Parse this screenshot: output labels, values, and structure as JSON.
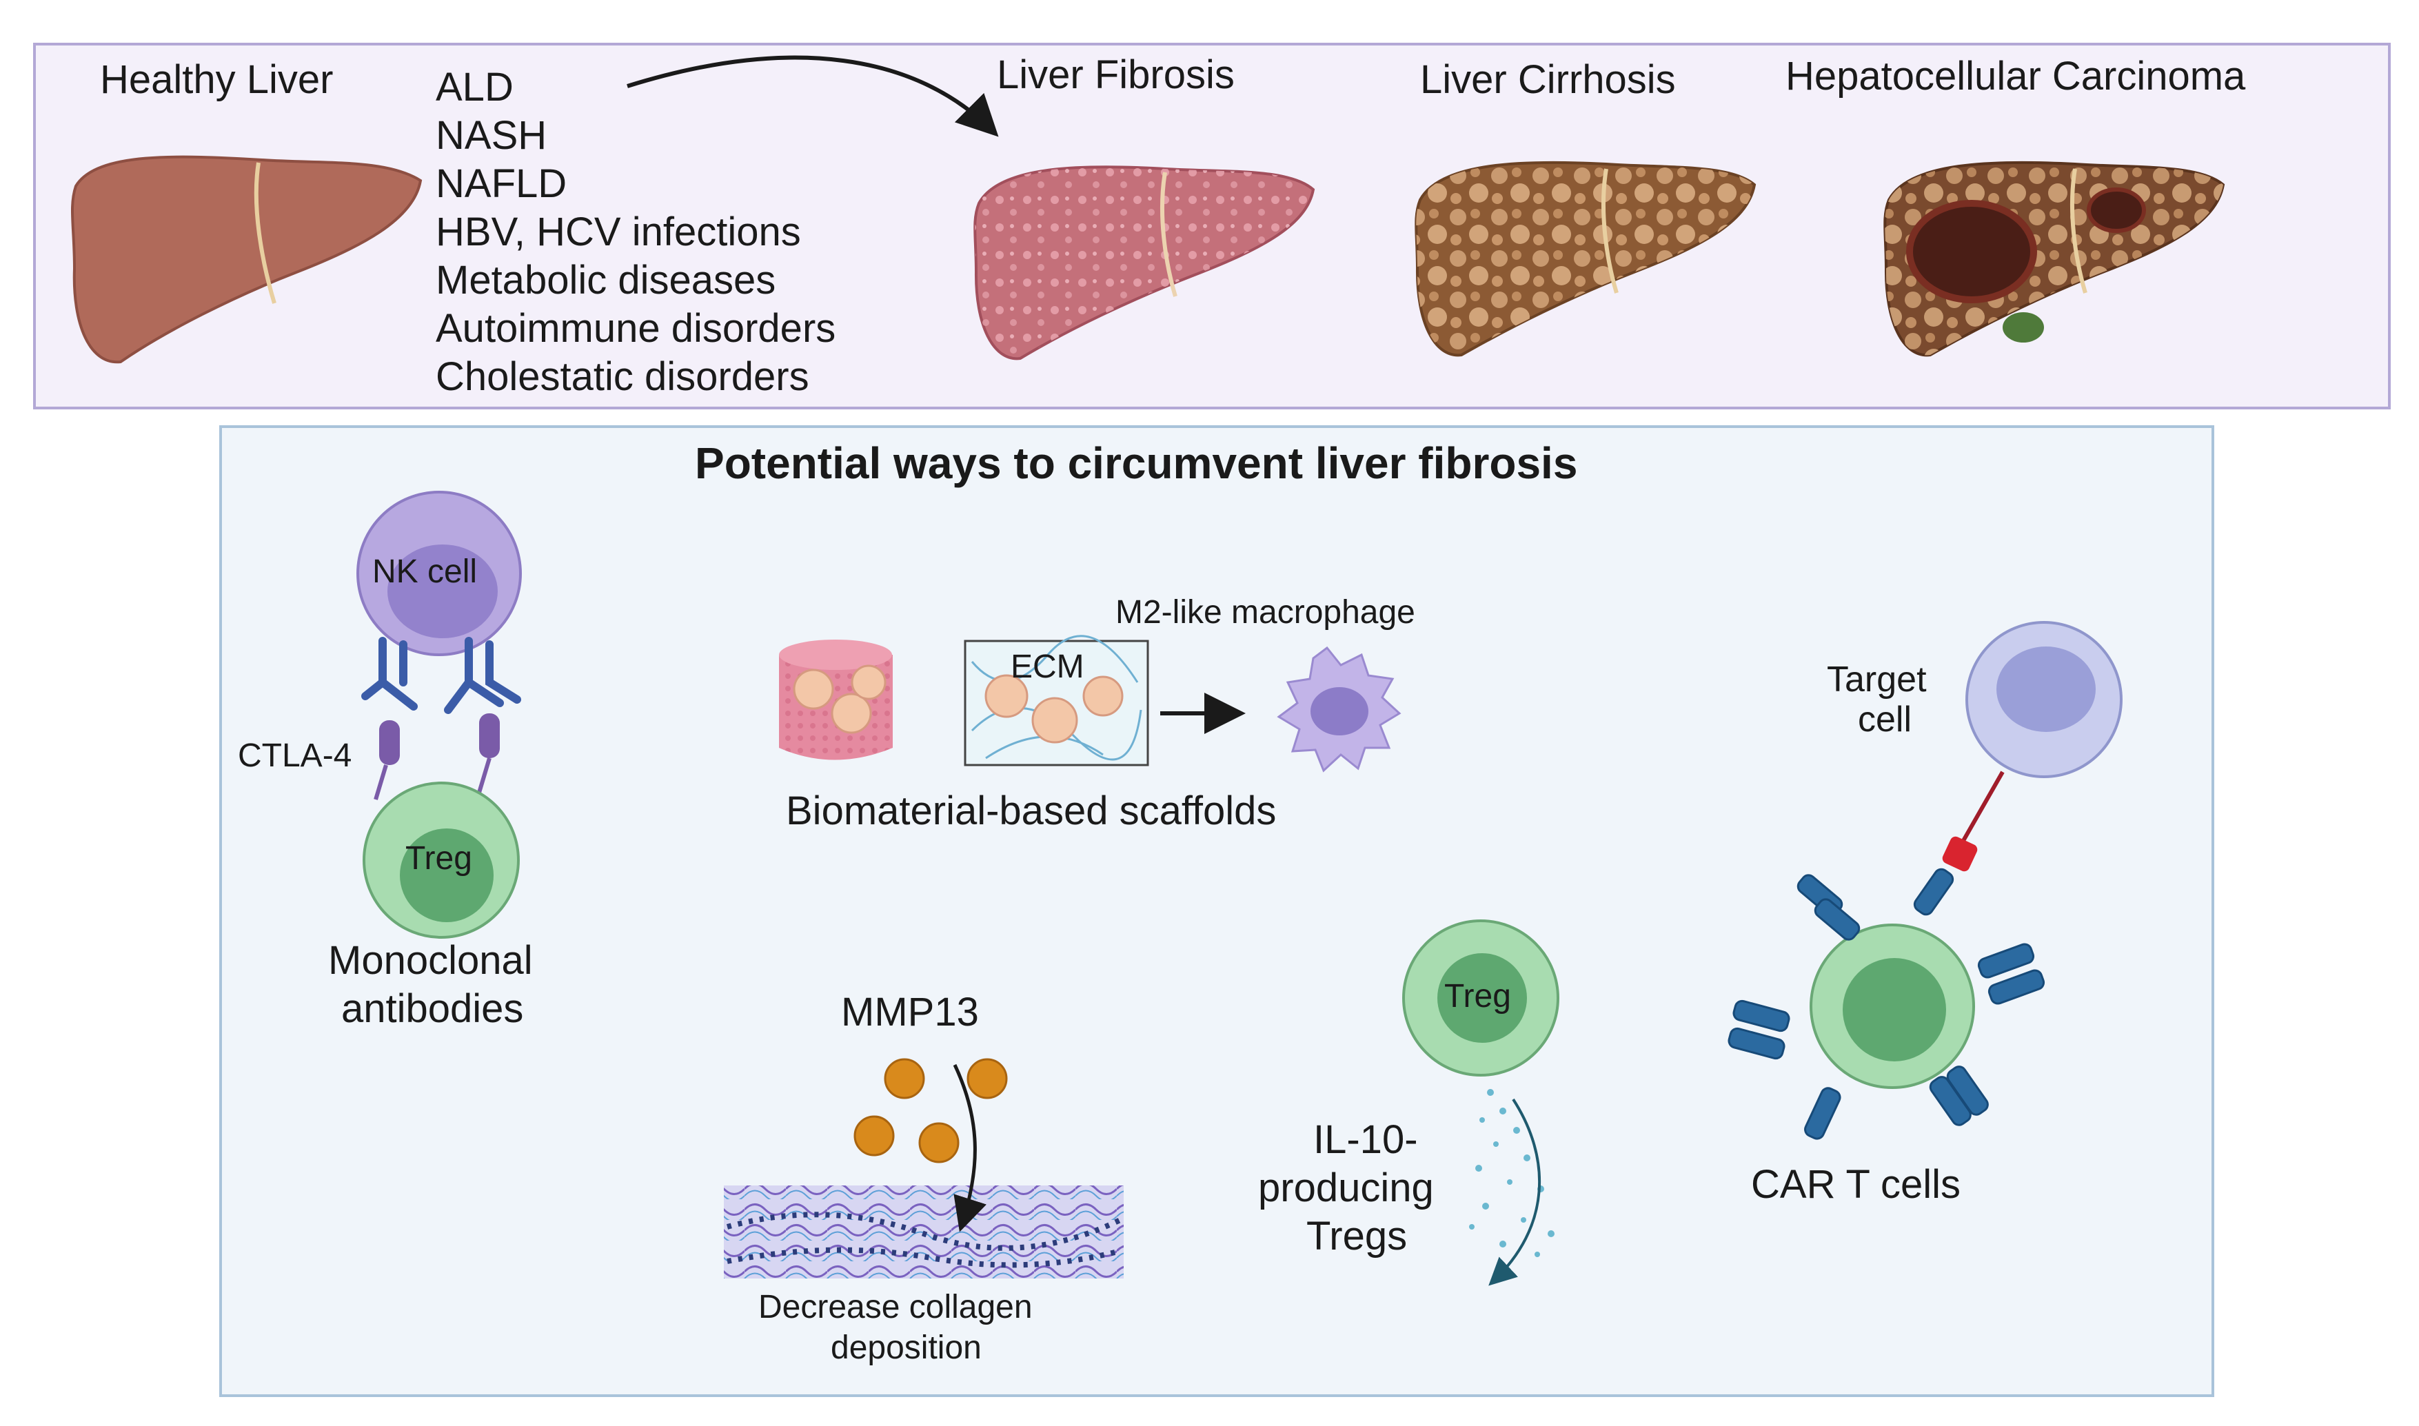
{
  "top_panel": {
    "stages": {
      "healthy": "Healthy Liver",
      "fibrosis": "Liver Fibrosis",
      "cirrhosis": "Liver Cirrhosis",
      "hcc": "Hepatocellular Carcinoma"
    },
    "causes": [
      "ALD",
      "NASH",
      "NAFLD",
      "HBV, HCV infections",
      "Metabolic diseases",
      "Autoimmune disorders",
      "Cholestatic disorders"
    ]
  },
  "bottom_panel": {
    "title": "Potential ways to circumvent liver fibrosis",
    "monoclonal": {
      "nk_cell": "NK cell",
      "ctla4": "CTLA-4",
      "treg": "Treg",
      "caption_line1": "Monoclonal",
      "caption_line2": "antibodies"
    },
    "scaffolds": {
      "ecm": "ECM",
      "macrophage": "M2-like macrophage",
      "caption": "Biomaterial-based scaffolds"
    },
    "mmp13": {
      "label": "MMP13",
      "caption_line1": "Decrease collagen",
      "caption_line2": "deposition"
    },
    "il10": {
      "treg": "Treg",
      "line1": "IL-10-",
      "line2": "producing",
      "line3": "Tregs"
    },
    "car_t": {
      "target_line1": "Target",
      "target_line2": "cell",
      "caption": "CAR T cells"
    }
  },
  "colors": {
    "top_bg": "#f4f0fa",
    "top_border": "#b3a8d6",
    "bottom_bg": "#f0f5fa",
    "bottom_border": "#a9c3da",
    "healthy_liver": "#b06a5a",
    "fibrosis_liver": "#c4707a",
    "cirrhosis_liver": "#8c5a34",
    "nk_cell": "#b7a8e0",
    "treg": "#8fcf9a",
    "antibody": "#3b5ca8",
    "mmp13": "#d98a1c",
    "car_receptor": "#2b6aa0"
  }
}
